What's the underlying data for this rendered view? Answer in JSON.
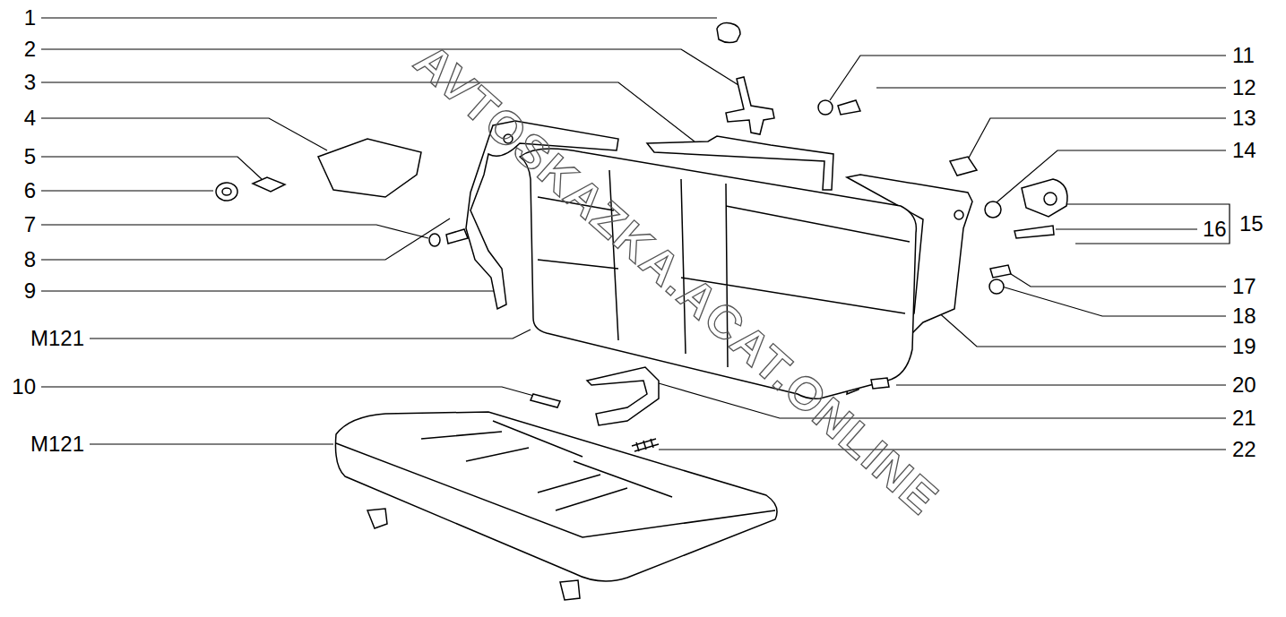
{
  "diagram": {
    "labels": [
      "1",
      "2",
      "3",
      "4",
      "5",
      "6",
      "7",
      "8",
      "9",
      "M121",
      "10",
      "M121",
      "11",
      "12",
      "13",
      "14",
      "15",
      "16",
      "17",
      "18",
      "19",
      "20",
      "21",
      "22",
      "AVTOSKAZKA.ACAT.ONLINE"
    ]
  }
}
